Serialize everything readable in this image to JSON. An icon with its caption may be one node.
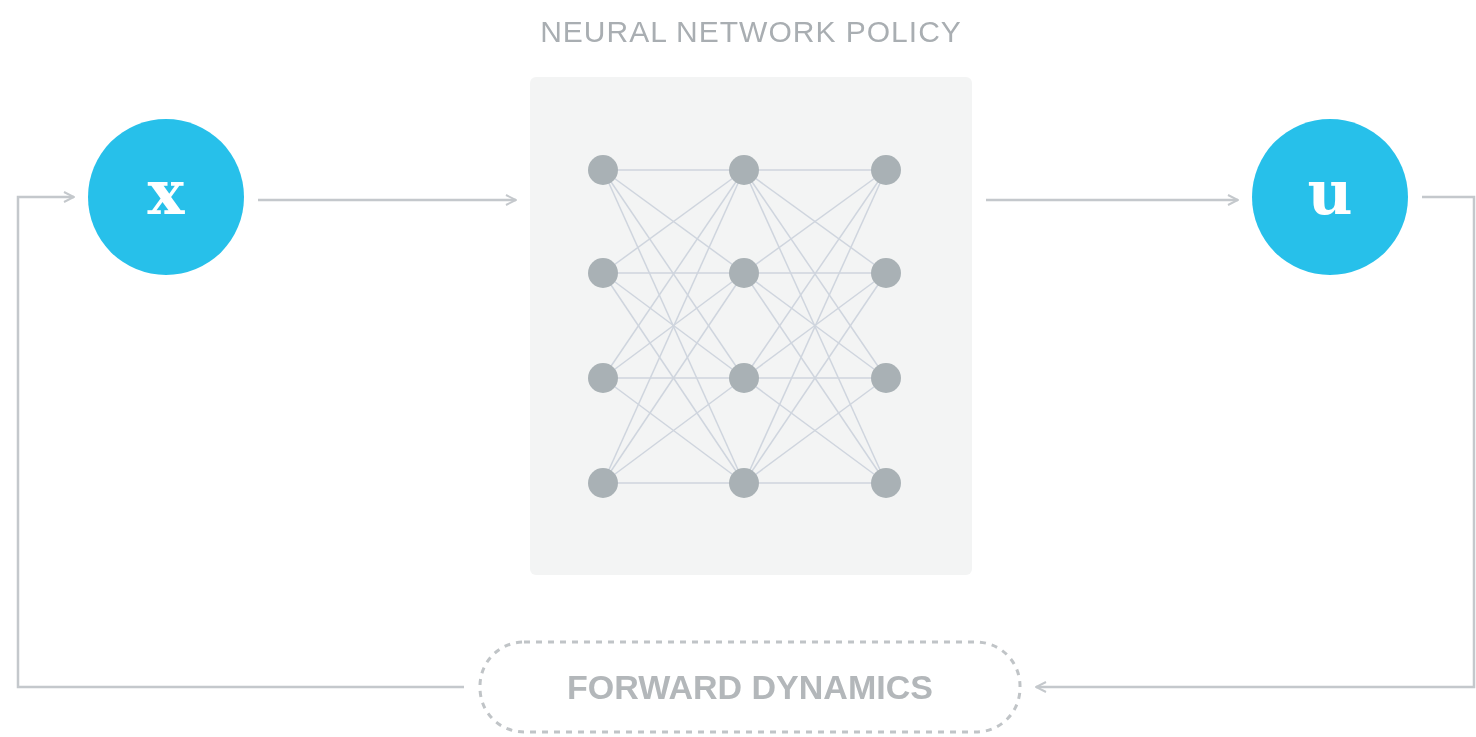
{
  "diagram": {
    "nodes": [
      {
        "text": [
          "x"
        ]
      },
      {
        "text": [
          "NEURAL NETWORK POLICY"
        ]
      },
      {
        "text": [
          "u"
        ]
      },
      {
        "text": [
          "FORWARD DYNAMICS"
        ]
      }
    ],
    "edges": [
      {
        "from": 0,
        "to": 1,
        "arrow": "to"
      },
      {
        "from": 1,
        "to": 2,
        "arrow": "to"
      },
      {
        "from": 2,
        "to": 3,
        "arrow": "to"
      },
      {
        "from": 3,
        "to": 0,
        "arrow": "to"
      }
    ]
  }
}
